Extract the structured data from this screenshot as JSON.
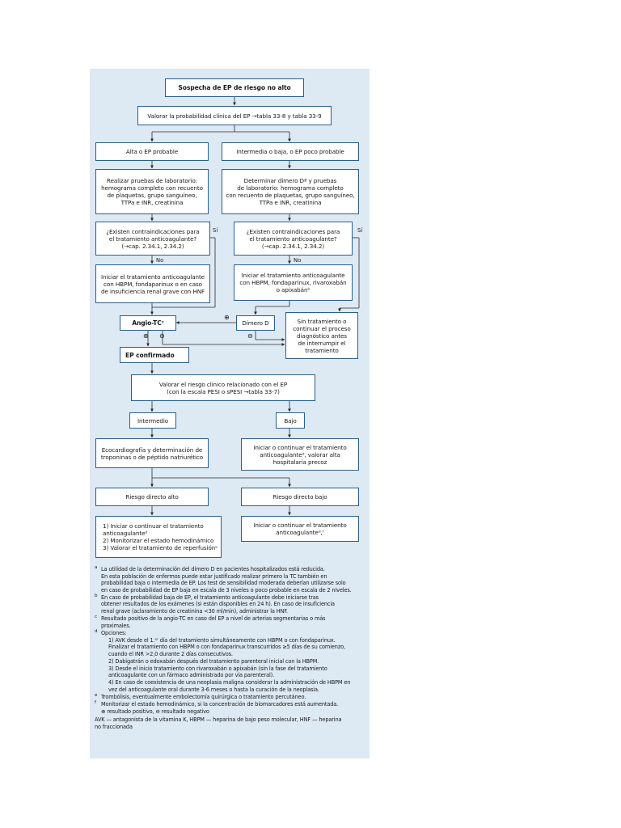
{
  "boxes": {
    "suspicion": "Sospecha de EP de riesgo no alto",
    "assess_prob": "Valorar la probabilidad clínica del EP →tabla 33-8 y tabla 33-9",
    "high_prob": "Alta o EP probable",
    "low_prob": "Intermedia o baja, o EP poco probable",
    "lab_high": "Realizar pruebas de laboratorio:\nhemograma completo con recuento\nde plaquetas, grupo sanguíneo,\nTTPa e INR, creatinina",
    "lab_low": "Determinar dímero Dª y pruebas\nde laboratorio: hemograma completo\ncon recuento de plaquetas, grupo sanguíneo,\nTTPa e INR, creatinina",
    "contra_high": "¿Existen contraindicaciones para\nel tratamiento anticoagulante?\n(→cap. 2.34.1, 2.34.2)",
    "contra_low": "¿Existen contraindicaciones para\nel tratamiento anticoagulante?\n(→cap. 2.34.1, 2.34.2)",
    "start_high": "Iniciar el tratamiento anticoagulante\ncon HBPM, fondaparinux o en caso\nde insuficiencia renal grave con HNF",
    "start_low": "Iniciar el tratamiento anticoagulante\ncon HBPM, fondaparinux, rivaroxabán\no apixabánᵇ",
    "angio": "Angio-TCᶜ",
    "ddimer": "Dímero D",
    "no_treatment": "Sin tratamiento o\ncontinuar el proceso\ndiagnóstico antes\nde interrumpir el\ntratamiento",
    "confirmed": "EP confirmado",
    "risk": "Valorar el riesgo clínico relacionado con el EP\n(con la escala PESI o sPESI →tabla 33-7)",
    "intermediate": "Intermedio",
    "low": "Bajo",
    "echo": "Ecocardiografía y determinación de\ntroponinas o de péptido natriurético",
    "start_low_risk": "Iniciar o continuar el tratamiento\nanticoagulanteᵈ, valorar alta\nhospitalaria precoz",
    "risk_high": "Riesgo directo alto",
    "risk_low": "Riesgo directo bajo",
    "actions_high": "1) Iniciar o continuar el tratamiento\n    anticoagulanteᵈ\n2) Monitorizar el estado hemodinámico\n3) Valorar el tratamiento de reperfusiónᵉ",
    "actions_low": "Iniciar o continuar el tratamiento\nanticoagulanteᵈ,ᶠ"
  },
  "labels": {
    "yes": "Sí",
    "no": "No",
    "plus": "⊕",
    "minus": "⊖"
  },
  "footnotes": {
    "a_mark": "a",
    "a": "La utilidad de la determinación del dímero D en pacientes hospitalizados está reducida.\nEn esta población de enfermos puede estar justificado realizar primero la TC también en\nprobabilidad baja o intermedia de EP. Los test de sensibilidad moderada deberían utilizarse solo\nen caso de probabilidad de EP baja en escala de 3 niveles o poco probable en escala de 2 niveles.",
    "b_mark": "b",
    "b": "En caso de probabilidad baja de EP, el tratamiento anticoagulante debe iniciarse tras\nobtener resultados de los exámenes (si están disponibles en 24 h). En caso de insuficiencia\nrenal grave (aclaramiento de creatinina <30 ml/min), administrar la HNF.",
    "c_mark": "c",
    "c": "Resultado positivo de la angio-TC en caso del EP a nivel de arterias segmentarias o más\nproximales.",
    "d_mark": "d",
    "d": "Opciones:",
    "d1": "1) AVK desde el 1.ᵉʳ día del tratamiento simultáneamente con HBPM o con fondaparinux.\n    Finalizar el tratamiento con HBPM o con fondaparinux transcurridos ≥5 días de su comienzo,\n    cuando el INR >2,0 durante 2 días consecutivos.",
    "d2": "2) Dabigatrán o edoxabán después del tratamiento parenteral inicial con la HBPM.",
    "d3": "3) Desde el inicio tratamiento con rivaroxabán o apixabán (sin la fase del tratamiento\n    anticoagulante con un fármaco administrado por vía parenteral).",
    "d4": "4) En caso de coexistencia de una neoplasia maligna considerar la administración de HBPM en\n    vez del anticoagulante oral durante 3-6 meses o hasta la curación de la neoplasia.",
    "e_mark": "e",
    "e": "Trombólisis, eventualmente embolectomía quirúrgica o tratamiento percutáneo.",
    "f_mark": "f",
    "f": "Monitorizar el estado hemodinámico, si la concentración de biomarcadores está aumentada.",
    "legend": "⊕ resultado positivo,  ⊖ resultado negativo",
    "abbrev": "AVK — antagonista de la vitamina K, HBPM — heparina de bajo peso molecular, HNF — heparina\nno fraccionada"
  },
  "colors": {
    "panel": "#dde9f3",
    "border": "#2b5f8c",
    "line": "#2a2a2a"
  }
}
